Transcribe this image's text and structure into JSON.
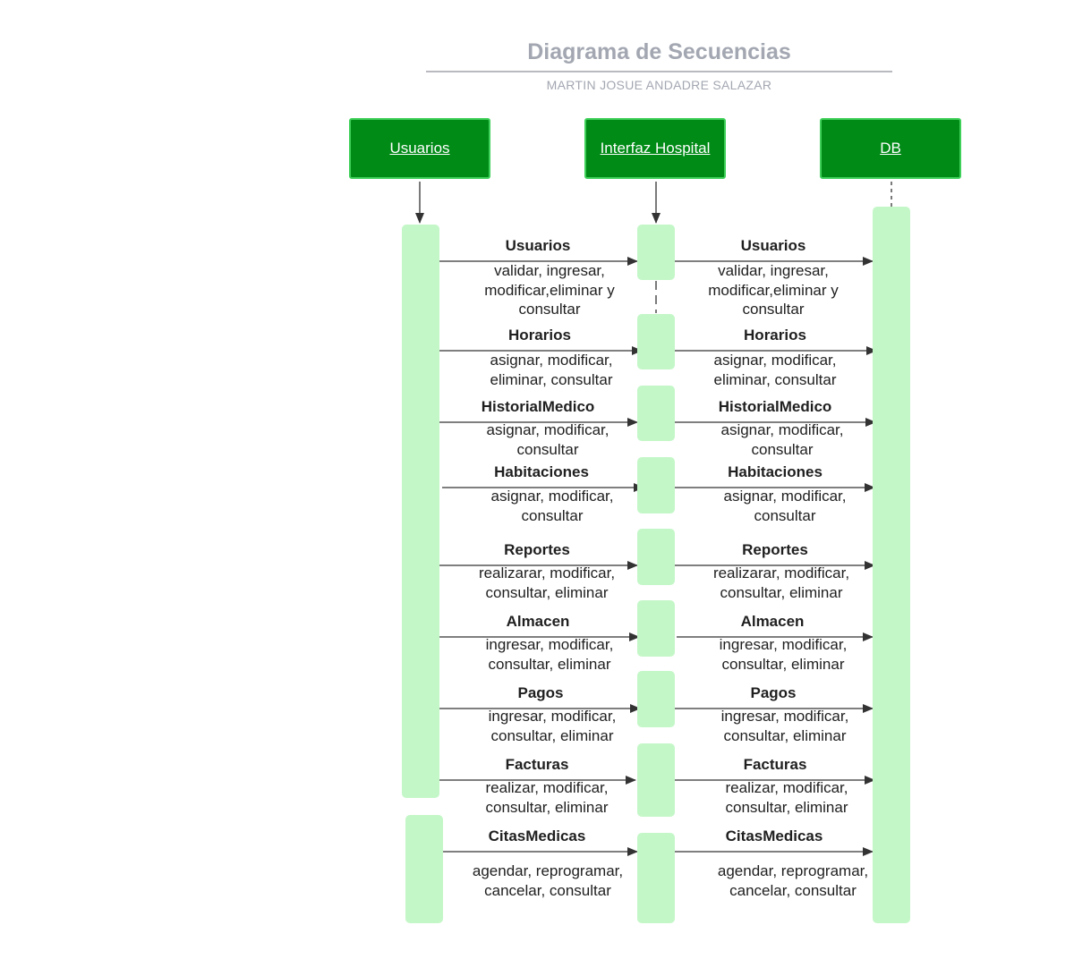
{
  "title": "Diagrama de Secuencias",
  "subtitle": "MARTIN JOSUE ANDADRE SALAZAR",
  "actors": [
    {
      "label": "Usuarios"
    },
    {
      "label": "Interfaz Hospital"
    },
    {
      "label": "DB"
    }
  ],
  "messages": [
    {
      "left_title": "Usuarios",
      "left_sub": "validar, ingresar,\nmodificar,eliminar y\nconsultar",
      "right_title": "Usuarios",
      "right_sub": "validar, ingresar,\nmodificar,eliminar y\nconsultar"
    },
    {
      "left_title": "Horarios",
      "left_sub": "asignar, modificar,\neliminar, consultar",
      "right_title": "Horarios",
      "right_sub": "asignar, modificar,\neliminar, consultar"
    },
    {
      "left_title": "HistorialMedico",
      "left_sub": "asignar, modificar,\nconsultar",
      "right_title": "HistorialMedico",
      "right_sub": "asignar, modificar,\nconsultar"
    },
    {
      "left_title": "Habitaciones",
      "left_sub": "asignar, modificar,\nconsultar",
      "right_title": "Habitaciones",
      "right_sub": "asignar, modificar,\nconsultar"
    },
    {
      "left_title": "Reportes",
      "left_sub": "realizarar, modificar,\nconsultar, eliminar",
      "right_title": "Reportes",
      "right_sub": "realizarar, modificar,\nconsultar, eliminar"
    },
    {
      "left_title": "Almacen",
      "left_sub": "ingresar, modificar,\nconsultar, eliminar",
      "right_title": "Almacen",
      "right_sub": "ingresar, modificar,\nconsultar, eliminar"
    },
    {
      "left_title": "Pagos",
      "left_sub": "ingresar, modificar,\nconsultar, eliminar",
      "right_title": "Pagos",
      "right_sub": "ingresar, modificar,\nconsultar, eliminar"
    },
    {
      "left_title": "Facturas",
      "left_sub": "realizar, modificar,\nconsultar, eliminar",
      "right_title": "Facturas",
      "right_sub": "realizar, modificar,\nconsultar, eliminar"
    },
    {
      "left_title": "CitasMedicas",
      "left_sub": "agendar, reprogramar,\ncancelar, consultar",
      "right_title": "CitasMedicas",
      "right_sub": "agendar, reprogramar,\ncancelar, consultar"
    }
  ],
  "colors": {
    "actor_fill": "#008a16",
    "actor_border": "#3fd05a",
    "activation_fill": "#c4f7c8",
    "arrow": "#333333",
    "title": "#a3a7b1"
  }
}
